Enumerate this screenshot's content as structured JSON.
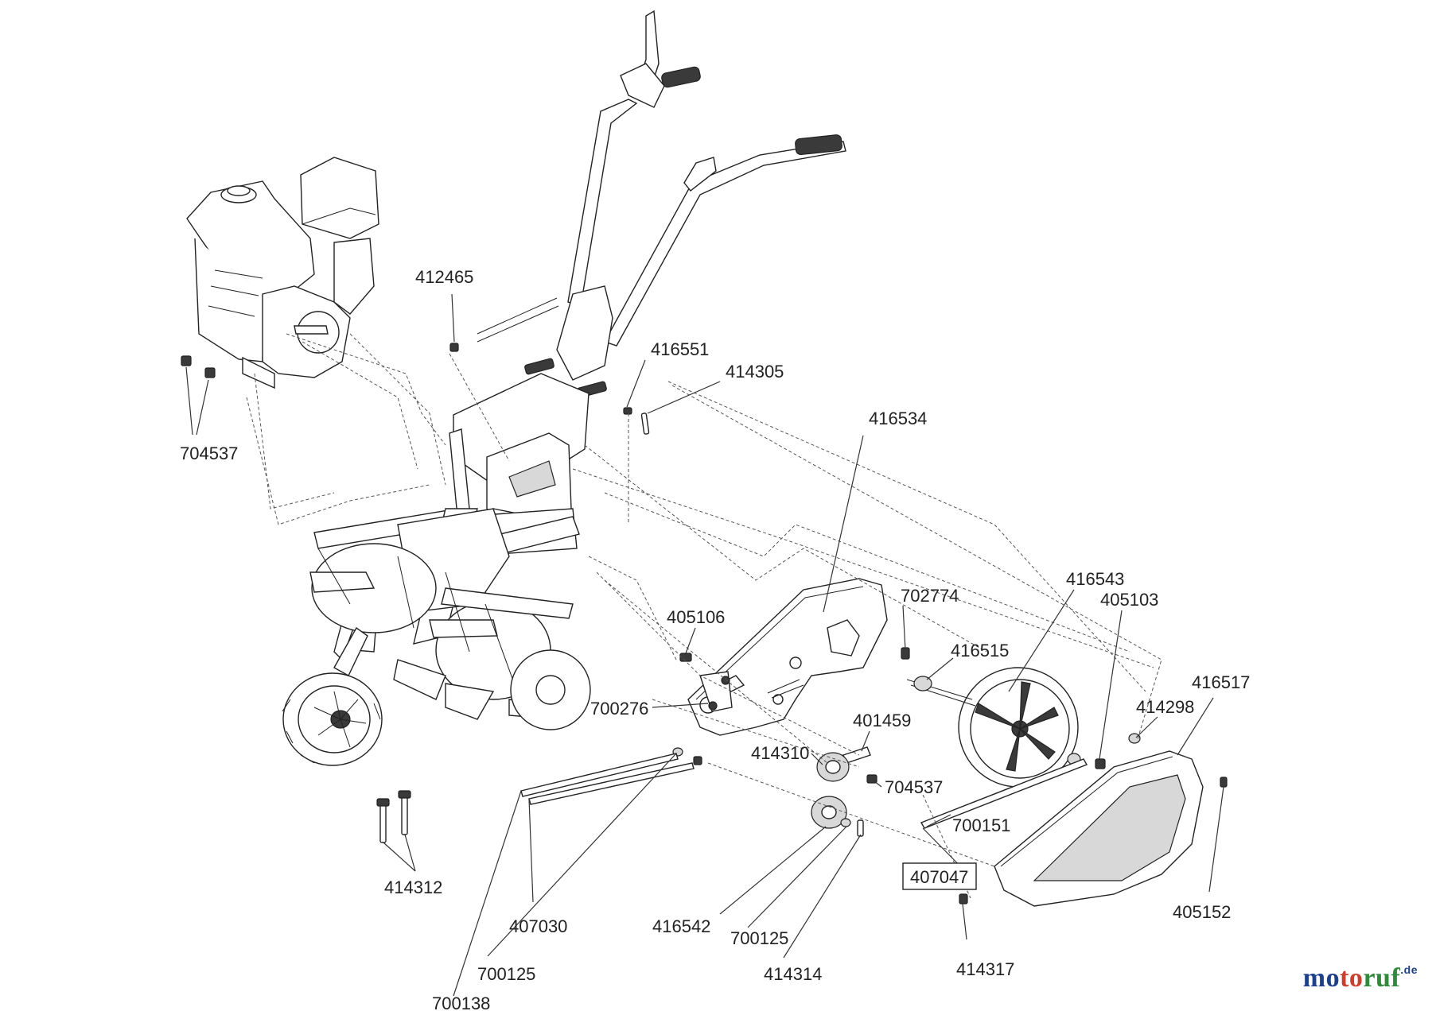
{
  "parts": [
    {
      "id": "p412465",
      "number": "412465"
    },
    {
      "id": "p416551",
      "number": "416551"
    },
    {
      "id": "p414305",
      "number": "414305"
    },
    {
      "id": "p416534",
      "number": "416534"
    },
    {
      "id": "p704537a",
      "number": "704537"
    },
    {
      "id": "p416543",
      "number": "416543"
    },
    {
      "id": "p405103",
      "number": "405103"
    },
    {
      "id": "p702774",
      "number": "702774"
    },
    {
      "id": "p405106",
      "number": "405106"
    },
    {
      "id": "p416515",
      "number": "416515"
    },
    {
      "id": "p416517",
      "number": "416517"
    },
    {
      "id": "p414298",
      "number": "414298"
    },
    {
      "id": "p700276",
      "number": "700276"
    },
    {
      "id": "p401459",
      "number": "401459"
    },
    {
      "id": "p414310",
      "number": "414310"
    },
    {
      "id": "p704537b",
      "number": "704537"
    },
    {
      "id": "p700151",
      "number": "700151"
    },
    {
      "id": "p414312",
      "number": "414312"
    },
    {
      "id": "p407030",
      "number": "407030"
    },
    {
      "id": "p416542",
      "number": "416542"
    },
    {
      "id": "p700125a",
      "number": "700125"
    },
    {
      "id": "p405152",
      "number": "405152"
    },
    {
      "id": "p414314",
      "number": "414314"
    },
    {
      "id": "p414317",
      "number": "414317"
    },
    {
      "id": "p700125b",
      "number": "700125"
    },
    {
      "id": "p700138",
      "number": "700138"
    }
  ],
  "boxed_part": {
    "number": "407047"
  },
  "brand": {
    "part1": "mo",
    "part2": "to",
    "part3": "ruf",
    "tld": ".de"
  },
  "colors": {
    "brand_blue": "#1d3f8f",
    "brand_red": "#d23c2a",
    "brand_green": "#2e8b3a",
    "line": "#222222"
  }
}
